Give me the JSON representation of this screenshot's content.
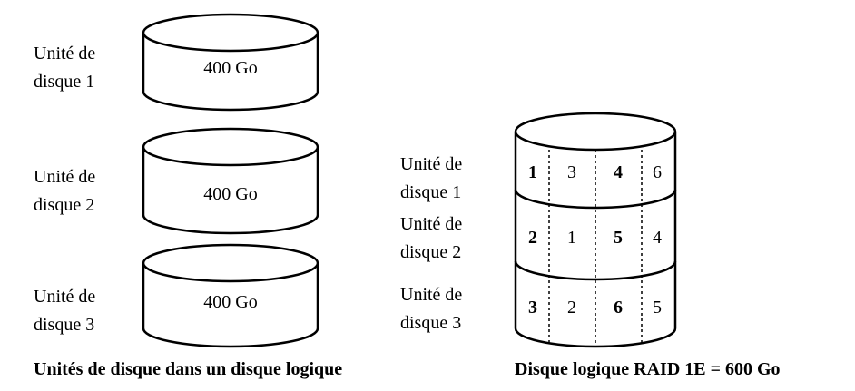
{
  "left": {
    "disks": [
      {
        "label_line1": "Unité de",
        "label_line2": "disque 1",
        "capacity": "400 Go"
      },
      {
        "label_line1": "Unité de",
        "label_line2": "disque 2",
        "capacity": "400 Go"
      },
      {
        "label_line1": "Unité de",
        "label_line2": "disque 3",
        "capacity": "400 Go"
      }
    ],
    "caption": "Unités de disque dans un disque logique"
  },
  "right": {
    "rows": [
      {
        "label_line1": "Unité de",
        "label_line2": "disque 1",
        "cells": [
          "1",
          "3",
          "4",
          "6"
        ],
        "bold": [
          true,
          false,
          true,
          false
        ]
      },
      {
        "label_line1": "Unité de",
        "label_line2": "disque 2",
        "cells": [
          "2",
          "1",
          "5",
          "4"
        ],
        "bold": [
          true,
          false,
          true,
          false
        ]
      },
      {
        "label_line1": "Unité de",
        "label_line2": "disque 3",
        "cells": [
          "3",
          "2",
          "6",
          "5"
        ],
        "bold": [
          true,
          false,
          true,
          false
        ]
      }
    ],
    "caption": "Disque logique RAID 1E = 600 Go"
  }
}
